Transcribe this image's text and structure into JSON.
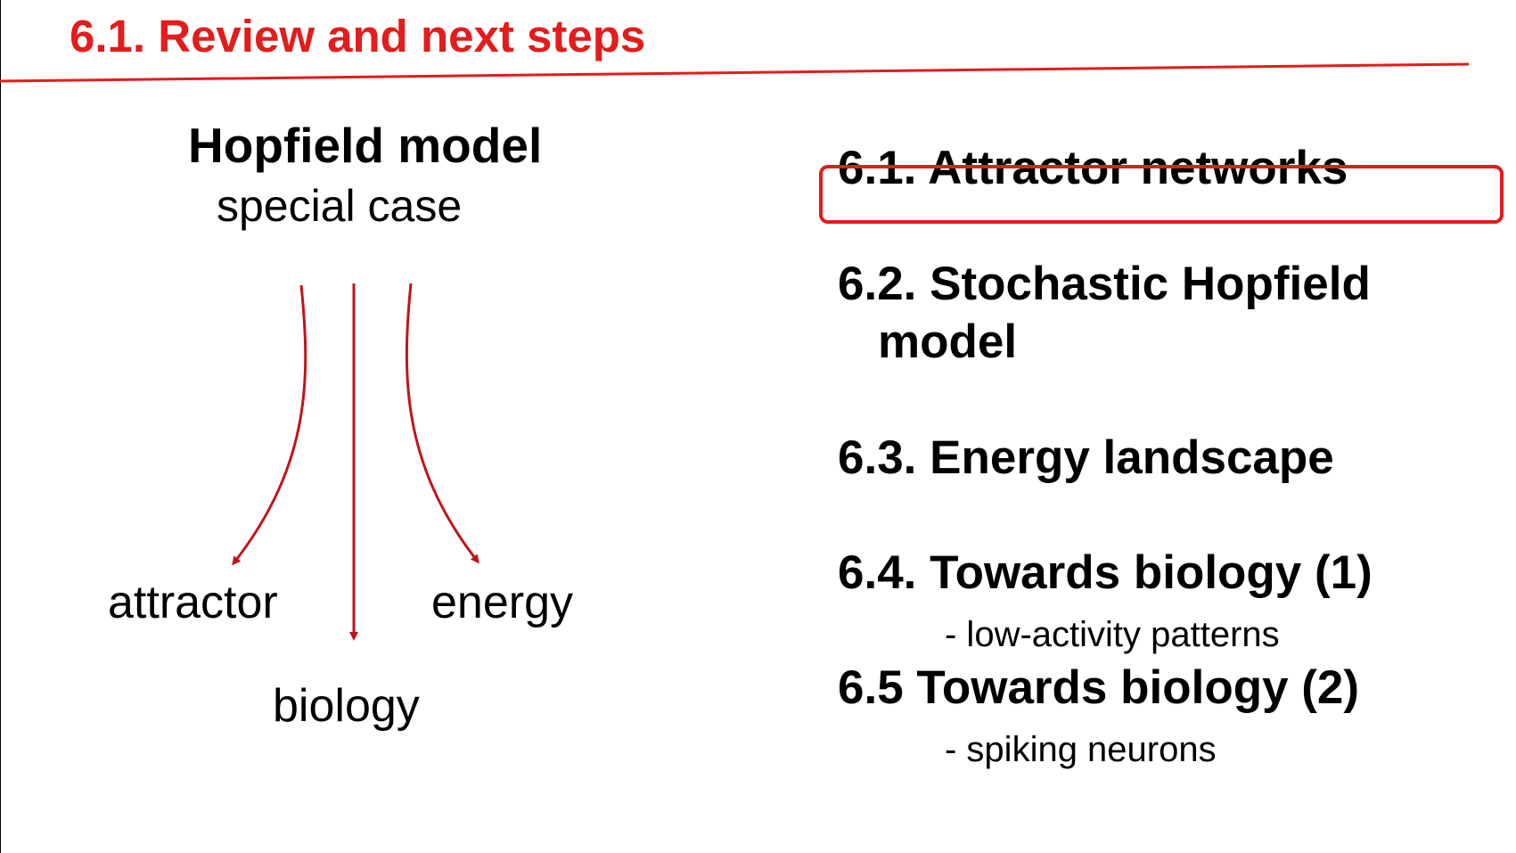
{
  "slide": {
    "title": "6.1. Review and next steps"
  },
  "colors": {
    "accent": "#e31c1c",
    "arrow": "#c0141a",
    "text": "#000000"
  },
  "diagram": {
    "hopfield_title": "Hopfield model",
    "hopfield_subtitle": "special case",
    "branches": [
      {
        "label": "attractor"
      },
      {
        "label": "biology"
      },
      {
        "label": "energy"
      }
    ]
  },
  "outline": {
    "items": [
      {
        "text": "6.1. Attractor networks",
        "highlighted": true
      },
      {
        "text": "6.2. Stochastic Hopfield",
        "continuation": "model"
      },
      {
        "text": "6.3. Energy landscape"
      },
      {
        "text": "6.4. Towards biology (1)",
        "subtext": "- low-activity patterns"
      },
      {
        "text": "6.5  Towards biology (2)",
        "subtext": "- spiking neurons"
      }
    ]
  }
}
